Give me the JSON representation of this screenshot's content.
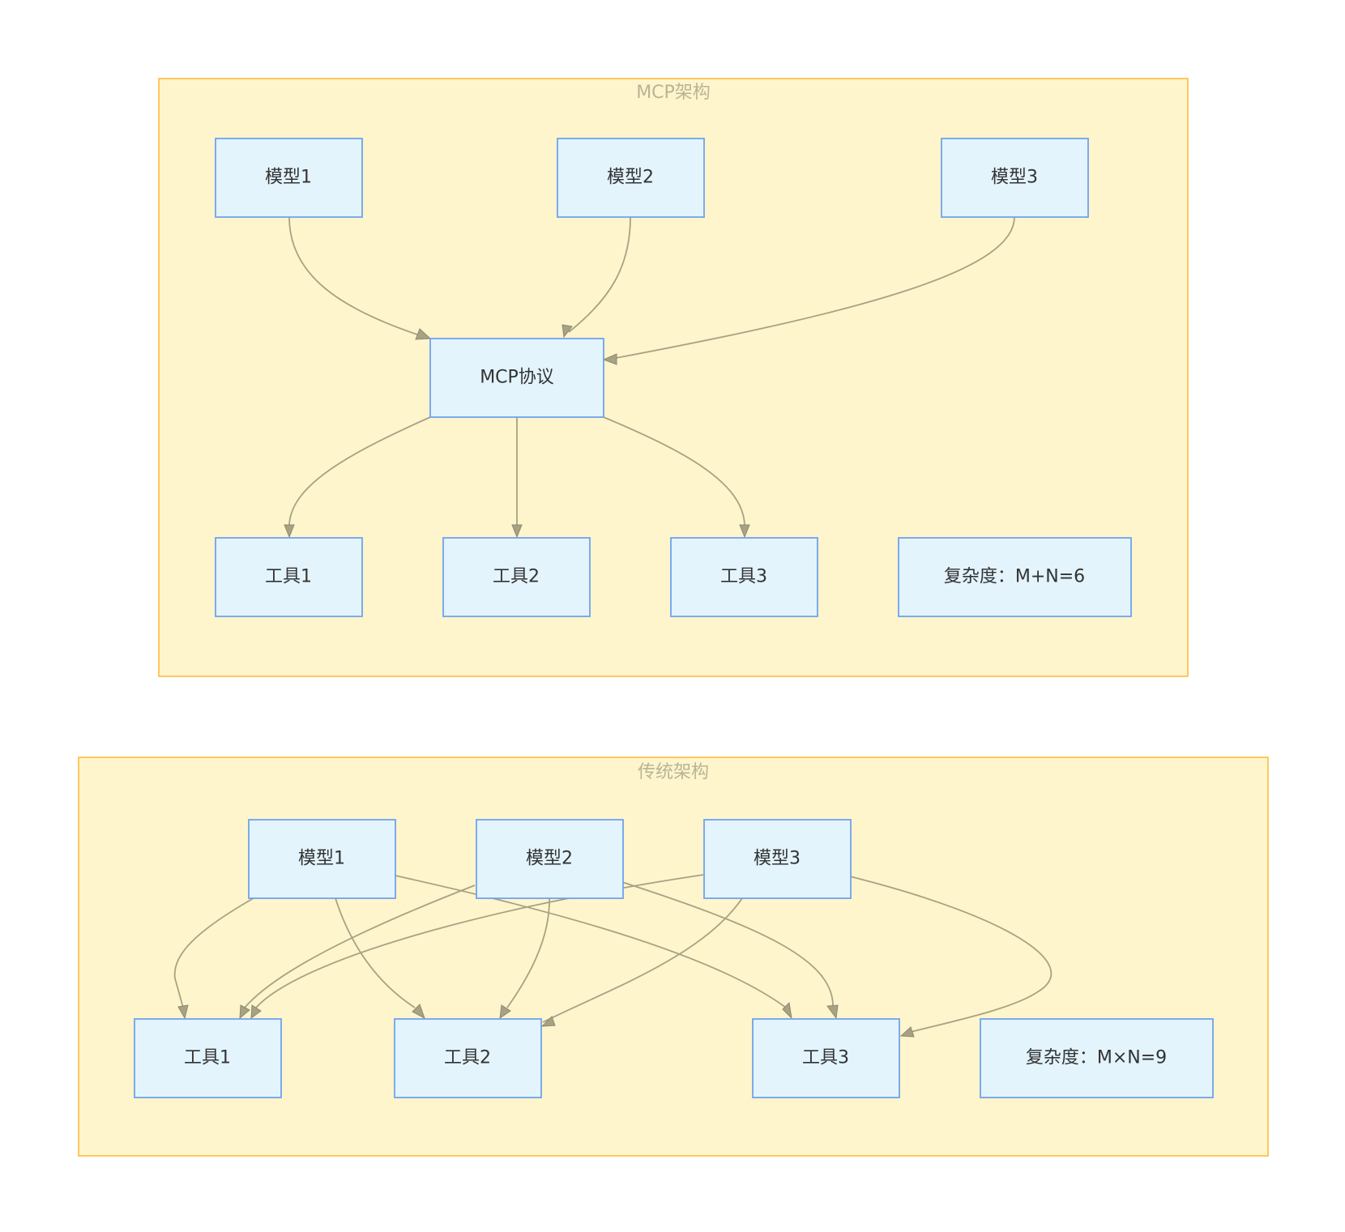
{
  "clusters": {
    "mcp": {
      "title": "MCP架构",
      "nodes": {
        "model1": "模型1",
        "model2": "模型2",
        "model3": "模型3",
        "protocol": "MCP协议",
        "tool1": "工具1",
        "tool2": "工具2",
        "tool3": "工具3",
        "complexity": "复杂度：M+N=6"
      },
      "edges": [
        [
          "model1",
          "protocol"
        ],
        [
          "model2",
          "protocol"
        ],
        [
          "model3",
          "protocol"
        ],
        [
          "protocol",
          "tool1"
        ],
        [
          "protocol",
          "tool2"
        ],
        [
          "protocol",
          "tool3"
        ]
      ]
    },
    "traditional": {
      "title": "传统架构",
      "nodes": {
        "model1": "模型1",
        "model2": "模型2",
        "model3": "模型3",
        "tool1": "工具1",
        "tool2": "工具2",
        "tool3": "工具3",
        "complexity": "复杂度：M×N=9"
      },
      "edges": [
        [
          "model1",
          "tool1"
        ],
        [
          "model1",
          "tool2"
        ],
        [
          "model1",
          "tool3"
        ],
        [
          "model2",
          "tool1"
        ],
        [
          "model2",
          "tool2"
        ],
        [
          "model2",
          "tool3"
        ],
        [
          "model3",
          "tool1"
        ],
        [
          "model3",
          "tool2"
        ],
        [
          "model3",
          "tool3"
        ]
      ]
    }
  },
  "colors": {
    "cluster_fill": "#fff5cc",
    "cluster_border": "#ffb733",
    "node_fill": "#e3f4fd",
    "node_border": "#6fa3ee",
    "edge": "#a6a283"
  }
}
